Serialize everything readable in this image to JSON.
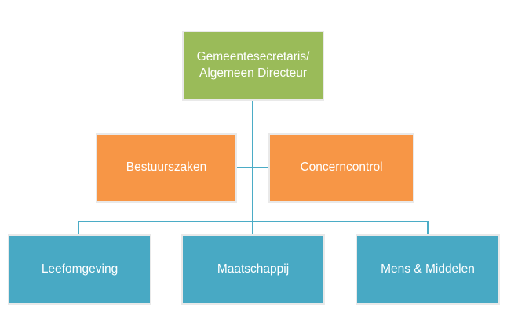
{
  "diagram": {
    "type": "org-chart",
    "background_color": "#ffffff",
    "connector_color": "#4bacc6",
    "text_color": "#ffffff",
    "root": {
      "label": "Gemeentesecretaris/\nAlgemeen Directeur",
      "color": "#9abb59"
    },
    "staff": [
      {
        "label": "Bestuurszaken",
        "color": "#f79646"
      },
      {
        "label": "Concerncontrol",
        "color": "#f79646"
      }
    ],
    "departments": [
      {
        "label": "Leefomgeving",
        "color": "#48a9c4"
      },
      {
        "label": "Maatschappij",
        "color": "#48a9c4"
      },
      {
        "label": "Mens & Middelen",
        "color": "#48a9c4"
      }
    ]
  }
}
